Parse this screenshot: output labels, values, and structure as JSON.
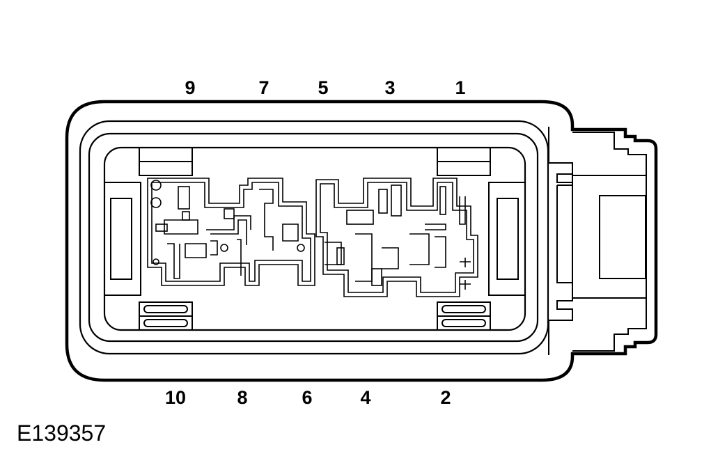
{
  "figure": {
    "reference_code": "E139357",
    "top_pins": [
      "9",
      "7",
      "5",
      "3",
      "1"
    ],
    "bottom_pins": [
      "10",
      "8",
      "6",
      "4",
      "2"
    ]
  },
  "colors": {
    "line": "#000000",
    "background": "#ffffff"
  }
}
